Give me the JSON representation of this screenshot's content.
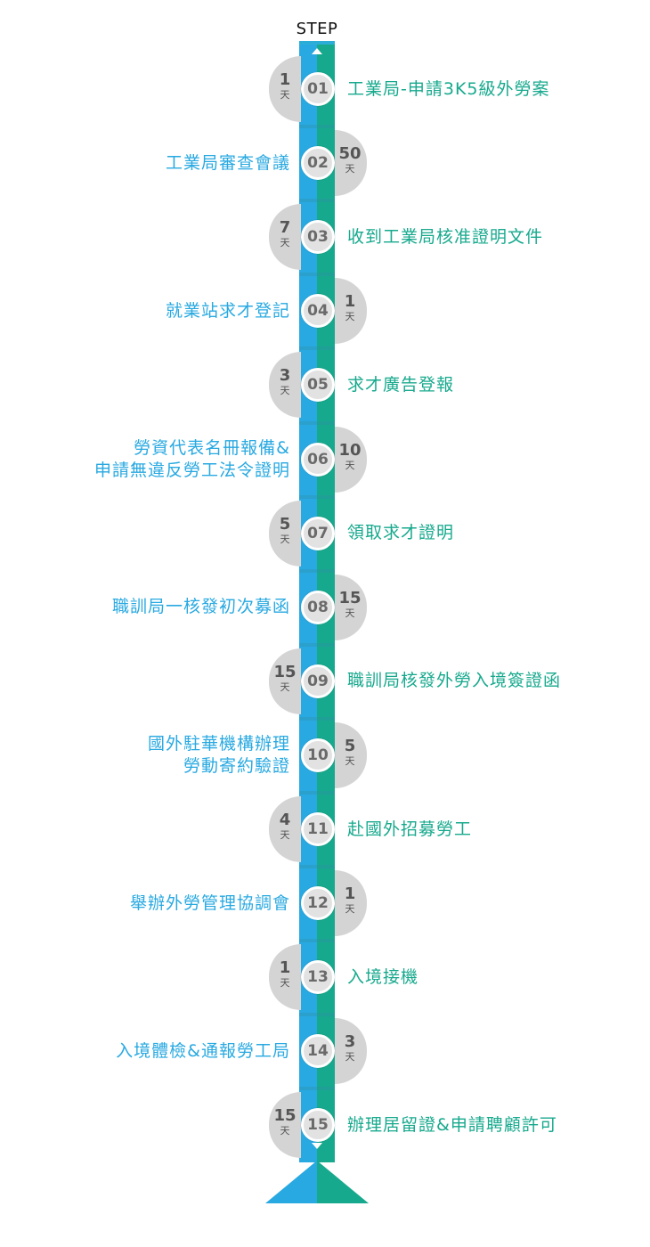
{
  "header": {
    "title": "STEP"
  },
  "colors": {
    "left_blue": "#29a9e1",
    "right_green": "#17a98d",
    "pill_gray": "#d4d4d4"
  },
  "day_unit": "天",
  "steps": [
    {
      "num": "01",
      "days": "1",
      "day_side": "left",
      "label_side": "right",
      "label": [
        "工業局-申請3K5級外勞案"
      ]
    },
    {
      "num": "02",
      "days": "50",
      "day_side": "right",
      "label_side": "left",
      "label": [
        "工業局審查會議"
      ]
    },
    {
      "num": "03",
      "days": "7",
      "day_side": "left",
      "label_side": "right",
      "label": [
        "收到工業局核准證明文件"
      ]
    },
    {
      "num": "04",
      "days": "1",
      "day_side": "right",
      "label_side": "left",
      "label": [
        "就業站求才登記"
      ]
    },
    {
      "num": "05",
      "days": "3",
      "day_side": "left",
      "label_side": "right",
      "label": [
        "求才廣告登報"
      ]
    },
    {
      "num": "06",
      "days": "10",
      "day_side": "right",
      "label_side": "left",
      "label": [
        "勞資代表名冊報備&",
        "申請無違反勞工法令證明"
      ]
    },
    {
      "num": "07",
      "days": "5",
      "day_side": "left",
      "label_side": "right",
      "label": [
        "領取求才證明"
      ]
    },
    {
      "num": "08",
      "days": "15",
      "day_side": "right",
      "label_side": "left",
      "label": [
        "職訓局一核發初次募函"
      ]
    },
    {
      "num": "09",
      "days": "15",
      "day_side": "left",
      "label_side": "right",
      "label": [
        "職訓局核發外勞入境簽證函"
      ]
    },
    {
      "num": "10",
      "days": "5",
      "day_side": "right",
      "label_side": "left",
      "label": [
        "國外駐華機構辦理",
        "勞動寄約驗證"
      ]
    },
    {
      "num": "11",
      "days": "4",
      "day_side": "left",
      "label_side": "right",
      "label": [
        "赴國外招募勞工"
      ]
    },
    {
      "num": "12",
      "days": "1",
      "day_side": "right",
      "label_side": "left",
      "label": [
        "舉辦外勞管理協調會"
      ]
    },
    {
      "num": "13",
      "days": "1",
      "day_side": "left",
      "label_side": "right",
      "label": [
        "入境接機"
      ]
    },
    {
      "num": "14",
      "days": "3",
      "day_side": "right",
      "label_side": "left",
      "label": [
        "入境體檢&通報勞工局"
      ]
    },
    {
      "num": "15",
      "days": "15",
      "day_side": "left",
      "label_side": "right",
      "label": [
        "辦理居留證&申請聘顧許可"
      ]
    }
  ]
}
